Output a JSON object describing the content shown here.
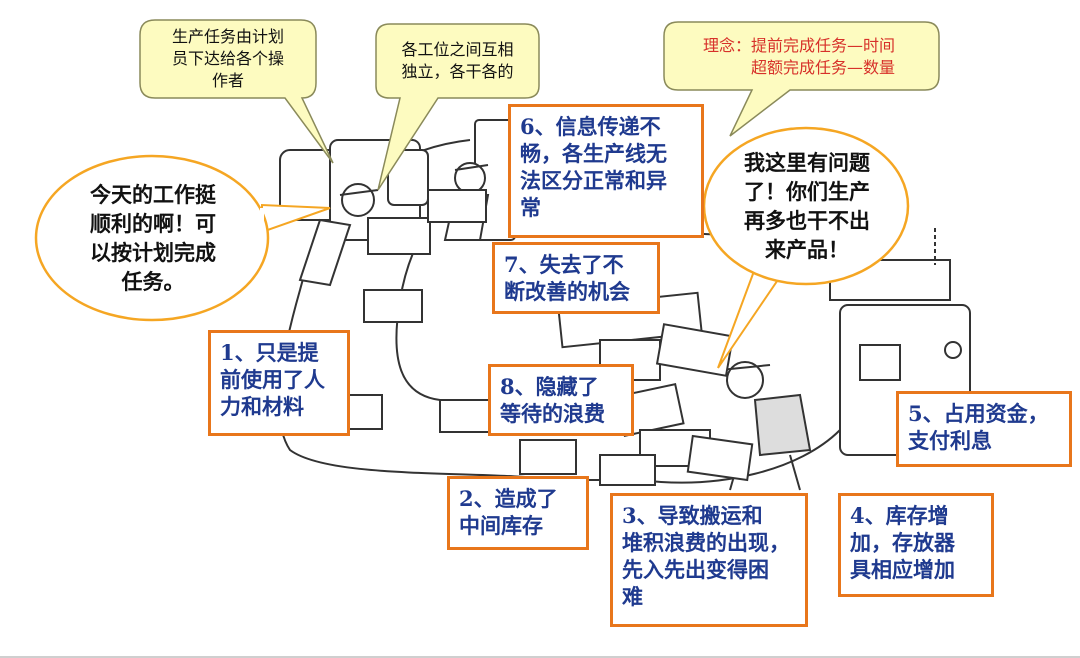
{
  "callouts": {
    "planner": "生产任务由计划\n员下达给各个操\n作者",
    "independent": "各工位之间互相\n独立，各干各的",
    "concept": "理念：提前完成任务—时间\n超额完成任务—数量",
    "worker_left": "今天的工作挺\n顺利的啊！可\n以按计划完成\n任务。",
    "worker_right": "我这里有问题\n了！你们生产\n再多也干不出\n来产品！"
  },
  "boxes": {
    "b1": "1、只是提\n前使用了人\n力和材料",
    "b2": "2、造成了\n中间库存",
    "b3": "3、导致搬运和\n堆积浪费的出现，\n先入先出变得困\n难",
    "b4": "4、库存增\n加，存放器\n具相应增加",
    "b5": "5、占用资金，\n支付利息",
    "b6": "6、信息传递不\n畅，各生产线无\n法区分正常和异\n常",
    "b7": "7、失去了不\n断改善的机会",
    "b8": "8、隐藏了\n等待的浪费"
  },
  "colors": {
    "box_border": "#e8761b",
    "box_text": "#1f3a8f",
    "note_fill": "#fdfbc0",
    "oval_border": "#f5a623",
    "concept_text": "#d7312a"
  }
}
